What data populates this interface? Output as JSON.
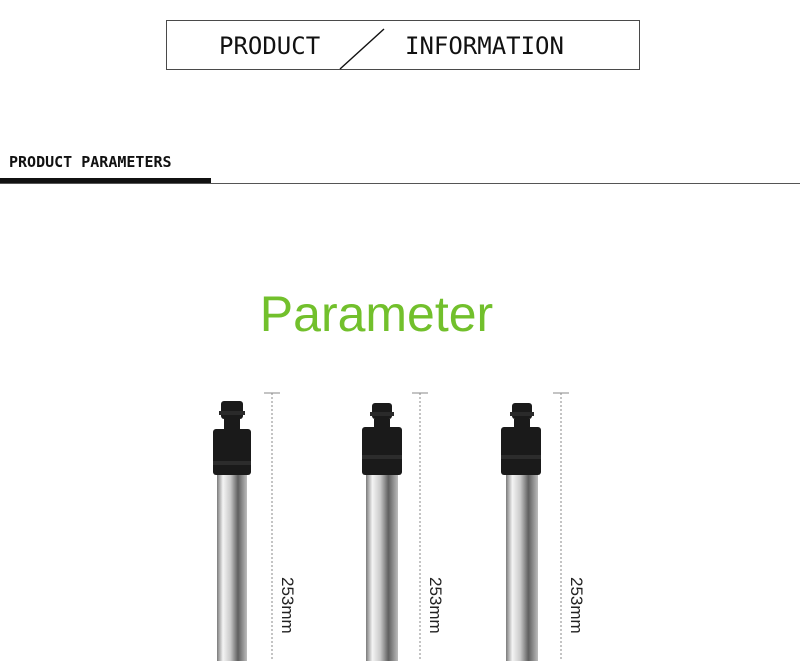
{
  "header": {
    "left_word": "PRODUCT",
    "right_word": "INFORMATION"
  },
  "section": {
    "label": "PRODUCT PARAMETERS"
  },
  "parameter_title": "Parameter",
  "products": [
    {
      "dimension": "253mm"
    },
    {
      "dimension": "253mm"
    },
    {
      "dimension": "253mm"
    }
  ],
  "colors": {
    "accent_green": "#72c02c",
    "text_dark": "#111111",
    "rubber_black": "#1a1a1a",
    "steel_light": "#e8e8e8",
    "steel_dark": "#6e6e6e"
  },
  "icons": [
    "diagonal-slash-icon",
    "pump-tube-image"
  ]
}
